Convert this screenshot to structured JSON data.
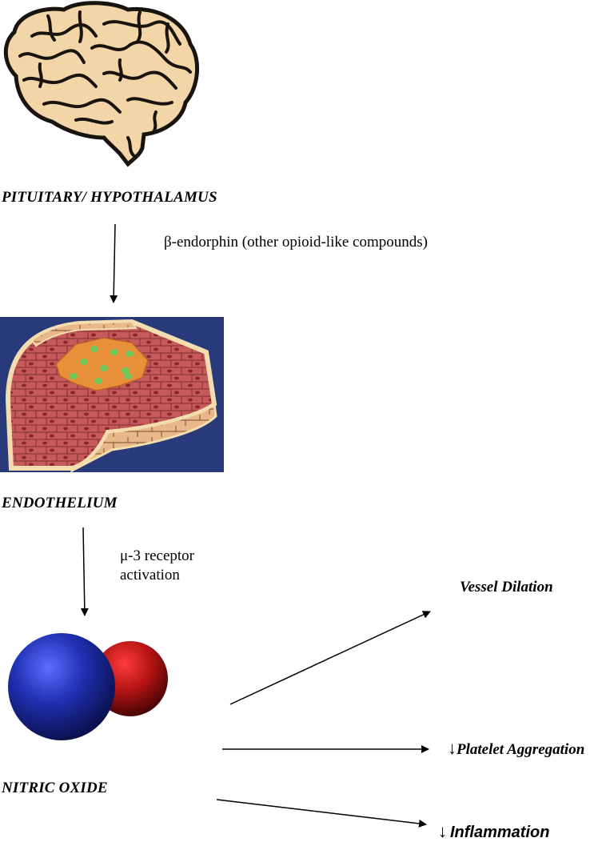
{
  "nodes": {
    "pituitary": "PITUITARY/ HYPOTHALAMUS",
    "endothelium": "ENDOTHELIUM",
    "nitric_oxide": "NITRIC OXIDE"
  },
  "edges": {
    "beta_endorphin": "β-endorphin (other opioid-like compounds)",
    "mu3_line1": "μ-3 receptor",
    "mu3_line2": "activation"
  },
  "outcomes": {
    "vessel_dilation": "Vessel Dilation",
    "platelet_symbol": "↓",
    "platelet": "Platelet Aggregation",
    "inflammation_symbol": "↓",
    "inflammation": "Inflammation"
  },
  "colors": {
    "vessel_background": "#283a7a",
    "vessel_tissue": "#c65a5a",
    "vessel_wall": "#f3dcae",
    "vessel_patch": "#e88f3a",
    "vessel_nucleus_green": "#6fc85b",
    "no_nitrogen": "#1d2a9a",
    "no_oxygen": "#b11414",
    "brain_fold": "#f2d6a8",
    "brain_outline": "#1a1410"
  },
  "icons": [
    "brain-image",
    "blood-vessel-image",
    "nitric-oxide-molecule"
  ]
}
